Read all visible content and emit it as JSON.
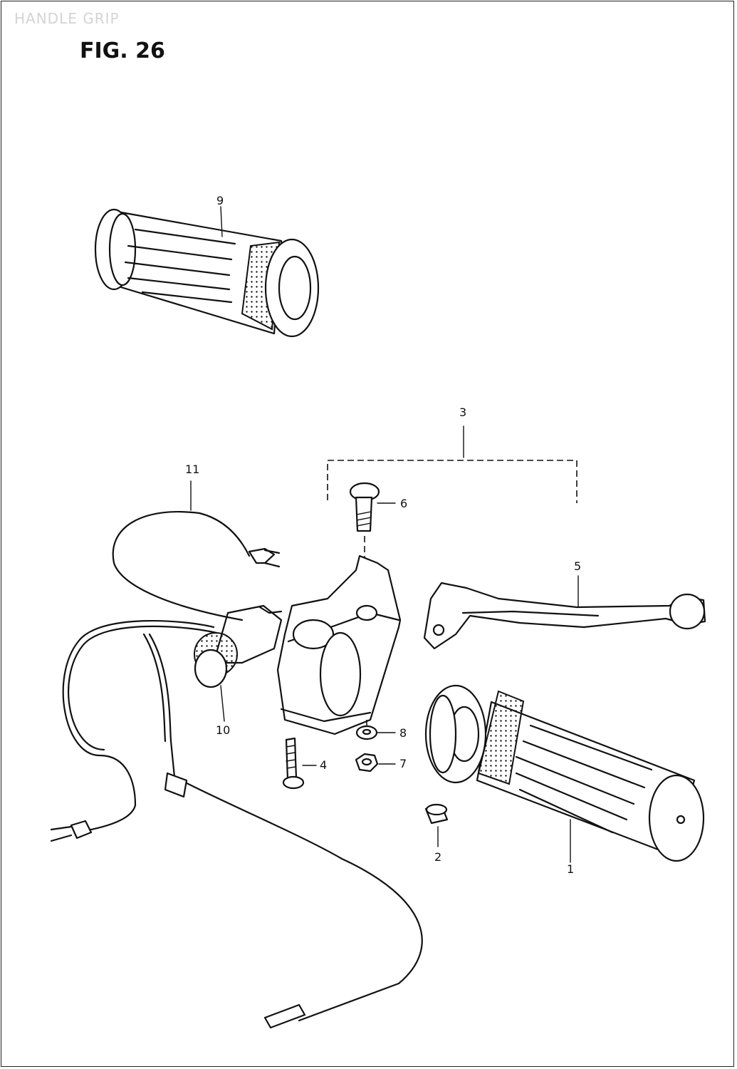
{
  "header": {
    "section_title": "HANDLE GRIP",
    "figure_label": "FIG. 26"
  },
  "callouts": {
    "grip_left": "9",
    "lever_assembly": "3",
    "lever_bolt": "6",
    "lever": "5",
    "wire": "11",
    "switch": "10",
    "screw": "4",
    "washer": "8",
    "nut": "7",
    "grip_right": "1",
    "plug": "2"
  },
  "style": {
    "line_color": "#111111",
    "background": "#ffffff",
    "faded_title_color": "#d4d4d4"
  }
}
